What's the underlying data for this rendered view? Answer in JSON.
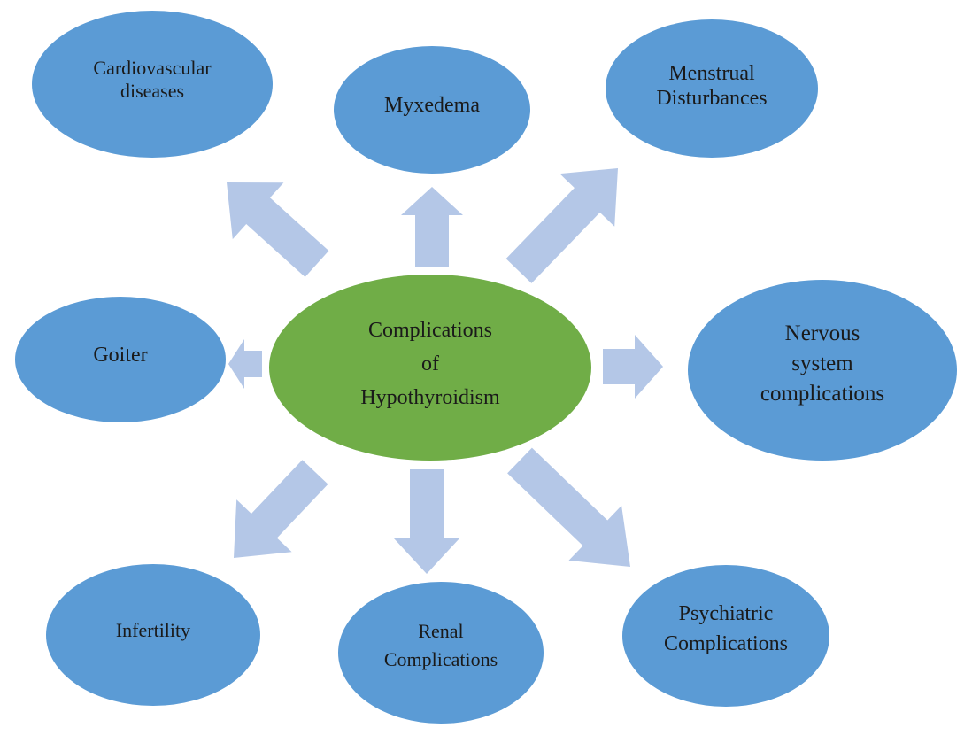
{
  "center": {
    "lines": [
      "Complications",
      "of",
      "Hypothyroidism"
    ],
    "color": "#70ad47"
  },
  "colors": {
    "outer_node": "#5b9bd5",
    "arrow": "#b4c7e7",
    "text": "#1a1a1a"
  },
  "outer_nodes": [
    {
      "id": "cardiovascular",
      "lines": [
        "Cardiovascular",
        "diseases"
      ]
    },
    {
      "id": "myxedema",
      "lines": [
        "Myxedema"
      ]
    },
    {
      "id": "menstrual",
      "lines": [
        "Menstrual",
        "Disturbances"
      ]
    },
    {
      "id": "goiter",
      "lines": [
        "Goiter"
      ]
    },
    {
      "id": "nervous",
      "lines": [
        "Nervous",
        "system",
        "complications"
      ]
    },
    {
      "id": "infertility",
      "lines": [
        "Infertility"
      ]
    },
    {
      "id": "renal",
      "lines": [
        "Renal",
        "Complications"
      ]
    },
    {
      "id": "psychiatric",
      "lines": [
        "Psychiatric",
        "Complications"
      ]
    }
  ]
}
